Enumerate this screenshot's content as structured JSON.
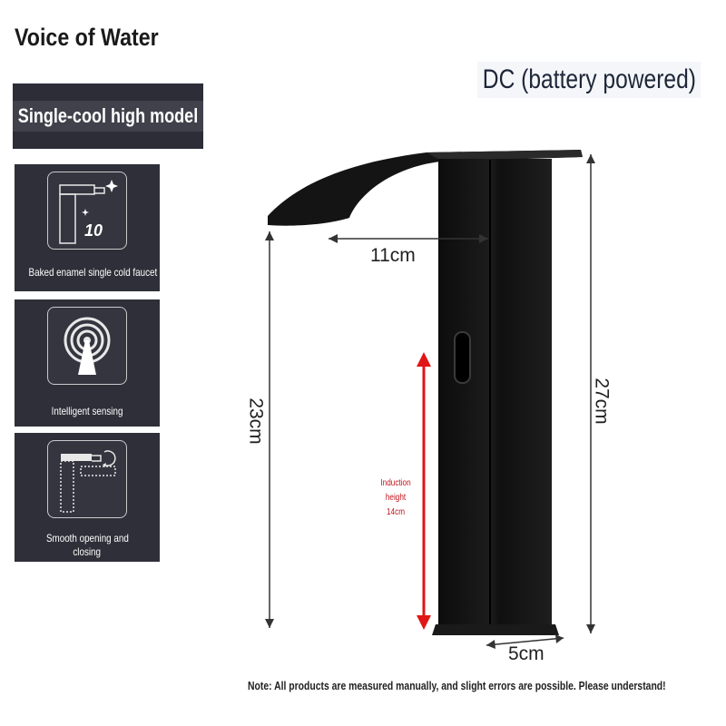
{
  "header": {
    "brand": "Voice of Water",
    "power": "DC (battery powered)"
  },
  "banner": {
    "model": "Single-cool high model"
  },
  "features": [
    {
      "label": "Baked enamel single cold faucet",
      "icon": "faucet-icon"
    },
    {
      "label": "Intelligent sensing",
      "icon": "sensor-signal-icon"
    },
    {
      "label_lines": [
        "Smooth opening and",
        "closing"
      ],
      "icon": "faucet-open-close-icon"
    }
  ],
  "product": {
    "icon": "faucet-image",
    "spout_length": "11cm",
    "spout_height": "23cm",
    "total_height": "27cm",
    "base_width": "5cm",
    "induction_lines": [
      "Induction",
      "height",
      "14cm"
    ]
  },
  "colors": {
    "accent_red": "#e01616",
    "panel": "#2e2f38",
    "faucet": "#151515"
  },
  "footer": {
    "note": "Note: All products are measured manually, and slight errors are possible. Please understand!"
  }
}
